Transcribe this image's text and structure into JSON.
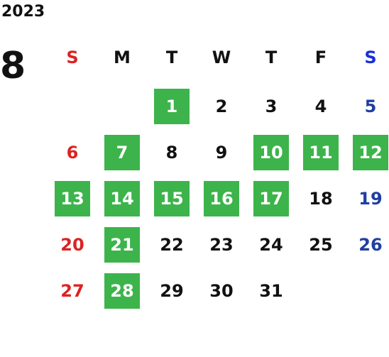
{
  "header": {
    "year": "2023",
    "month": "8"
  },
  "colors": {
    "sunday": "#dd2222",
    "saturday": "#1f3fa0",
    "weekday": "#111111",
    "highlight_bg": "#3cb44b",
    "highlight_text": "#ffffff"
  },
  "weekdays": [
    "S",
    "M",
    "T",
    "W",
    "T",
    "F",
    "S"
  ],
  "weekday_colors": [
    "#dd2222",
    "#111111",
    "#111111",
    "#111111",
    "#111111",
    "#111111",
    "#1a2fd8"
  ],
  "weeks": [
    [
      null,
      null,
      1,
      2,
      3,
      4,
      5
    ],
    [
      6,
      7,
      8,
      9,
      10,
      11,
      12
    ],
    [
      13,
      14,
      15,
      16,
      17,
      18,
      19
    ],
    [
      20,
      21,
      22,
      23,
      24,
      25,
      26
    ],
    [
      27,
      28,
      29,
      30,
      31,
      null,
      null
    ]
  ],
  "highlighted_days": [
    1,
    7,
    10,
    11,
    12,
    13,
    14,
    15,
    16,
    17,
    21,
    28
  ]
}
